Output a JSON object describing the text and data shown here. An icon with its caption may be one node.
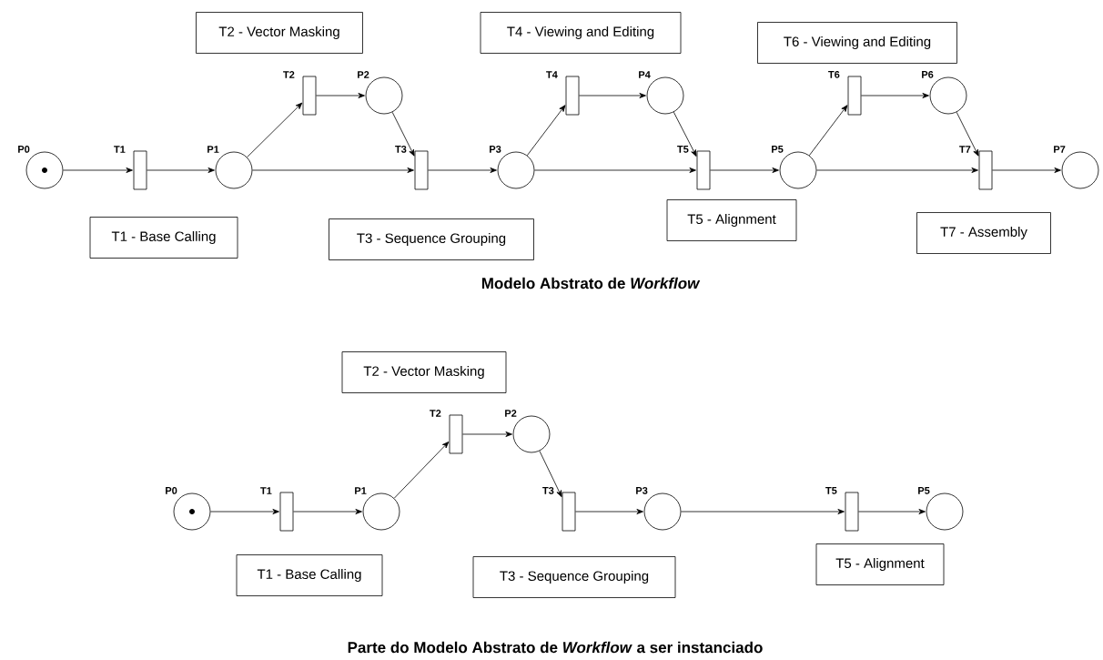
{
  "diagram": {
    "nodes": [
      {
        "text": [],
        "shape": "circle",
        "beside": [
          "P0"
        ]
      },
      {
        "text": [],
        "shape": "bar",
        "beside": [
          "T1"
        ]
      },
      {
        "text": [],
        "shape": "circle",
        "beside": [
          "P1"
        ]
      },
      {
        "text": [],
        "shape": "bar",
        "beside": [
          "T2"
        ]
      },
      {
        "text": [],
        "shape": "circle",
        "beside": [
          "P2"
        ]
      },
      {
        "text": [],
        "shape": "bar",
        "beside": [
          "T3"
        ]
      },
      {
        "text": [],
        "shape": "circle",
        "beside": [
          "P3"
        ]
      },
      {
        "text": [],
        "shape": "bar",
        "beside": [
          "T4"
        ]
      },
      {
        "text": [],
        "shape": "circle",
        "beside": [
          "P4"
        ]
      },
      {
        "text": [],
        "shape": "bar",
        "beside": [
          "T5"
        ]
      },
      {
        "text": [],
        "shape": "circle",
        "beside": [
          "P5"
        ]
      },
      {
        "text": [],
        "shape": "bar",
        "beside": [
          "T6"
        ]
      },
      {
        "text": [],
        "shape": "circle",
        "beside": [
          "P6"
        ]
      },
      {
        "text": [],
        "shape": "bar",
        "beside": [
          "T7"
        ]
      },
      {
        "text": [],
        "shape": "circle",
        "beside": [
          "P7"
        ]
      },
      {
        "text": [
          "T1 - Base Calling"
        ]
      },
      {
        "text": [
          "T2 - Vector Masking"
        ]
      },
      {
        "text": [
          "T3 - Sequence Grouping"
        ]
      },
      {
        "text": [
          "T4 - Viewing and Editing"
        ]
      },
      {
        "text": [
          "T5 - Alignment"
        ]
      },
      {
        "text": [
          "T6 - Viewing and Editing"
        ]
      },
      {
        "text": [
          "T7 - Assembly"
        ]
      },
      {
        "text": [],
        "shape": "circle",
        "beside": [
          "P0"
        ]
      },
      {
        "text": [],
        "shape": "bar",
        "beside": [
          "T1"
        ]
      },
      {
        "text": [],
        "shape": "circle",
        "beside": [
          "P1"
        ]
      },
      {
        "text": [],
        "shape": "bar",
        "beside": [
          "T2"
        ]
      },
      {
        "text": [],
        "shape": "circle",
        "beside": [
          "P2"
        ]
      },
      {
        "text": [],
        "shape": "bar",
        "beside": [
          "T3"
        ]
      },
      {
        "text": [],
        "shape": "circle",
        "beside": [
          "P3"
        ]
      },
      {
        "text": [],
        "shape": "bar",
        "beside": [
          "T5"
        ]
      },
      {
        "text": [],
        "shape": "circle",
        "beside": [
          "P5"
        ]
      },
      {
        "text": [
          "T1 - Base Calling"
        ]
      },
      {
        "text": [
          "T2 - Vector Masking"
        ]
      },
      {
        "text": [
          "T3 - Sequence Grouping"
        ]
      },
      {
        "text": [
          "T5 - Alignment"
        ]
      }
    ],
    "edges": [
      {
        "from": 0,
        "to": 1,
        "arrow": "to"
      },
      {
        "from": 1,
        "to": 2,
        "arrow": "to"
      },
      {
        "from": 2,
        "to": 3,
        "arrow": "to"
      },
      {
        "from": 3,
        "to": 4,
        "arrow": "to"
      },
      {
        "from": 4,
        "to": 5,
        "arrow": "to"
      },
      {
        "from": 2,
        "to": 5,
        "arrow": "to"
      },
      {
        "from": 5,
        "to": 6,
        "arrow": "to"
      },
      {
        "from": 6,
        "to": 7,
        "arrow": "to"
      },
      {
        "from": 7,
        "to": 8,
        "arrow": "to"
      },
      {
        "from": 8,
        "to": 9,
        "arrow": "to"
      },
      {
        "from": 6,
        "to": 9,
        "arrow": "to"
      },
      {
        "from": 9,
        "to": 10,
        "arrow": "to"
      },
      {
        "from": 10,
        "to": 11,
        "arrow": "to"
      },
      {
        "from": 11,
        "to": 12,
        "arrow": "to"
      },
      {
        "from": 12,
        "to": 13,
        "arrow": "to"
      },
      {
        "from": 10,
        "to": 13,
        "arrow": "to"
      },
      {
        "from": 13,
        "to": 14,
        "arrow": "to"
      },
      {
        "from": 22,
        "to": 23,
        "arrow": "to"
      },
      {
        "from": 23,
        "to": 24,
        "arrow": "to"
      },
      {
        "from": 24,
        "to": 25,
        "arrow": "to"
      },
      {
        "from": 25,
        "to": 26,
        "arrow": "to"
      },
      {
        "from": 26,
        "to": 27,
        "arrow": "to"
      },
      {
        "from": 27,
        "to": 28,
        "arrow": "to"
      },
      {
        "from": 28,
        "to": 29,
        "arrow": "to"
      },
      {
        "from": 29,
        "to": 30,
        "arrow": "to"
      }
    ],
    "labels": [
      "Modelo Abstrato de *Workflow*",
      "Parte do Modelo Abstrato de *Workflow* a ser instanciado"
    ]
  }
}
